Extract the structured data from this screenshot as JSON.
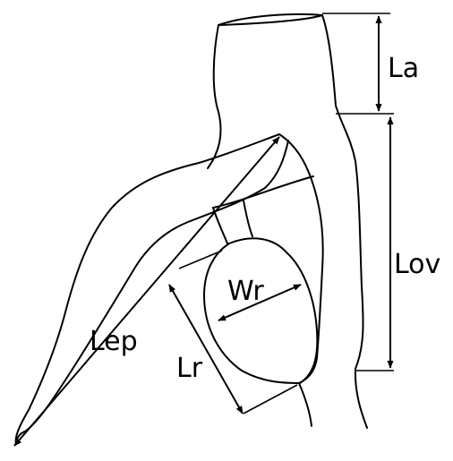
{
  "labels": {
    "la": "La",
    "lov": "Lov",
    "lep": "Lep",
    "wr": "Wr",
    "lr": "Lr"
  }
}
